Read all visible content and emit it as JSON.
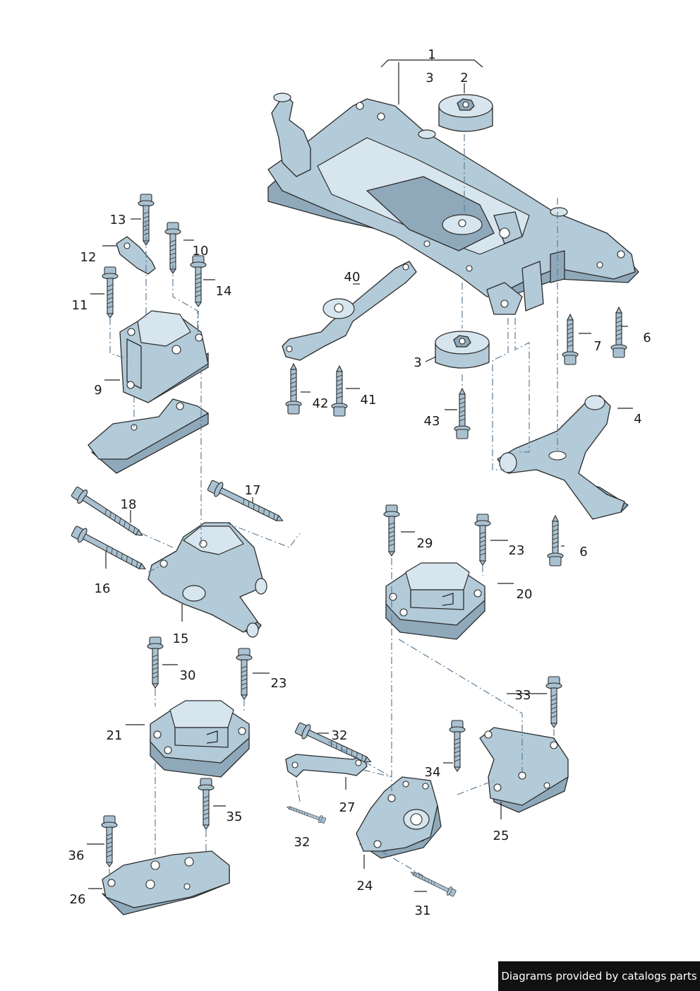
{
  "callouts": [
    {
      "id": "c1",
      "text": "1"
    },
    {
      "id": "c2",
      "text": "2"
    },
    {
      "id": "c3a",
      "text": "3"
    },
    {
      "id": "c3b",
      "text": "3"
    },
    {
      "id": "c4",
      "text": "4"
    },
    {
      "id": "c6a",
      "text": "6"
    },
    {
      "id": "c6b",
      "text": "6"
    },
    {
      "id": "c7",
      "text": "7"
    },
    {
      "id": "c9",
      "text": "9"
    },
    {
      "id": "c10",
      "text": "10"
    },
    {
      "id": "c11",
      "text": "11"
    },
    {
      "id": "c12",
      "text": "12"
    },
    {
      "id": "c13",
      "text": "13"
    },
    {
      "id": "c14",
      "text": "14"
    },
    {
      "id": "c15",
      "text": "15"
    },
    {
      "id": "c16",
      "text": "16"
    },
    {
      "id": "c17",
      "text": "17"
    },
    {
      "id": "c18",
      "text": "18"
    },
    {
      "id": "c20",
      "text": "20"
    },
    {
      "id": "c21",
      "text": "21"
    },
    {
      "id": "c23a",
      "text": "23"
    },
    {
      "id": "c23b",
      "text": "23"
    },
    {
      "id": "c24",
      "text": "24"
    },
    {
      "id": "c25",
      "text": "25"
    },
    {
      "id": "c26",
      "text": "26"
    },
    {
      "id": "c27",
      "text": "27"
    },
    {
      "id": "c29",
      "text": "29"
    },
    {
      "id": "c30",
      "text": "30"
    },
    {
      "id": "c31",
      "text": "31"
    },
    {
      "id": "c32a",
      "text": "32"
    },
    {
      "id": "c32b",
      "text": "32"
    },
    {
      "id": "c33",
      "text": "33"
    },
    {
      "id": "c34",
      "text": "34"
    },
    {
      "id": "c35",
      "text": "35"
    },
    {
      "id": "c36",
      "text": "36"
    },
    {
      "id": "c40",
      "text": "40"
    },
    {
      "id": "c41",
      "text": "41"
    },
    {
      "id": "c42",
      "text": "42"
    },
    {
      "id": "c43",
      "text": "43"
    }
  ],
  "footer": {
    "credit": "Diagrams provided by catalogs parts"
  },
  "colors": {
    "part_fill": "#b3cad8",
    "part_dark": "#8fa9bb",
    "outline": "#2b2b2b",
    "dash_line": "#5f7d95",
    "credit_bg": "#111111"
  },
  "icons": {
    "screw": "hex-bolt-icon"
  }
}
